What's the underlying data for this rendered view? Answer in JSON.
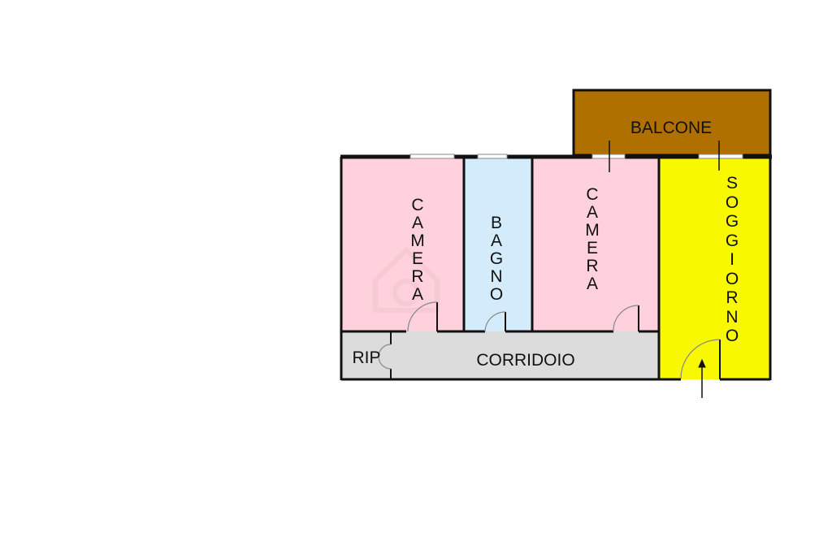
{
  "rooms": {
    "balcone": {
      "label": "BALCONE",
      "color": "#b07000"
    },
    "camera_left": {
      "label": "CAMERA",
      "color": "#ffd1dc"
    },
    "bagno": {
      "label": "BAGNO",
      "color": "#d4ebfb"
    },
    "camera_right": {
      "label": "CAMERA",
      "color": "#ffd1dc"
    },
    "soggiorno": {
      "label": "SOGGIORNO",
      "color": "#f8f800"
    },
    "corridoio": {
      "label": "CORRIDOIO",
      "color": "#dcdcdc"
    },
    "rip": {
      "label": "RIP",
      "color": "#dcdcdc"
    }
  },
  "colors": {
    "wall": "#111111",
    "watermark": "#f0c6cc"
  }
}
